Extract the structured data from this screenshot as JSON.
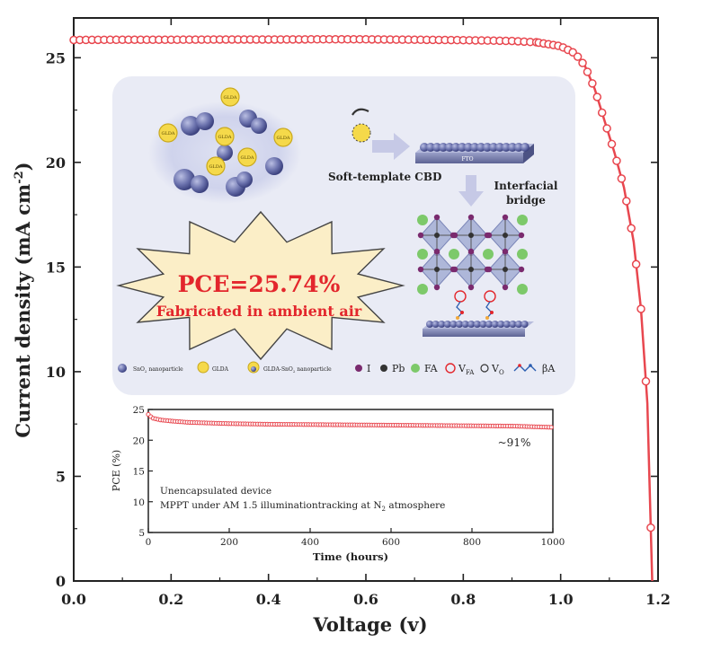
{
  "chart_data": [
    {
      "type": "line",
      "xlabel": "Voltage (v)",
      "ylabel": "Current density (mA cm",
      "ylabel_sup": "-2",
      "ylabel_tail": ")",
      "xlim": [
        0.0,
        1.2
      ],
      "ylim": [
        0,
        26.9
      ],
      "xticks": [
        0.0,
        0.2,
        0.4,
        0.6,
        0.8,
        1.0,
        1.2
      ],
      "xtick_labels": [
        "0.0",
        "0.2",
        "0.4",
        "0.6",
        "0.8",
        "1.0",
        "1.2"
      ],
      "yticks": [
        0,
        5,
        10,
        15,
        20,
        25
      ],
      "ytick_labels": [
        "0",
        "5",
        "10",
        "15",
        "20",
        "25"
      ],
      "grid": false,
      "series_color": "#e8474f",
      "x": [
        0.0,
        0.1,
        0.2,
        0.3,
        0.4,
        0.5,
        0.6,
        0.7,
        0.8,
        0.9,
        0.95,
        1.0,
        1.03,
        1.05,
        1.07,
        1.09,
        1.11,
        1.13,
        1.15,
        1.165,
        1.178,
        1.188
      ],
      "y": [
        25.85,
        25.86,
        25.86,
        25.87,
        25.87,
        25.88,
        25.88,
        25.86,
        25.84,
        25.8,
        25.74,
        25.55,
        25.2,
        24.6,
        23.5,
        22.0,
        20.5,
        18.8,
        16.2,
        13.0,
        8.5,
        0
      ]
    },
    {
      "type": "line",
      "xlabel": "Time (hours)",
      "ylabel": "PCE (%)",
      "xlim": [
        0,
        1000
      ],
      "ylim": [
        5,
        25
      ],
      "xticks": [
        0,
        200,
        400,
        600,
        800,
        1000
      ],
      "xtick_labels": [
        "0",
        "200",
        "400",
        "600",
        "800",
        "1000"
      ],
      "yticks": [
        5,
        10,
        15,
        20,
        25
      ],
      "ytick_labels": [
        "5",
        "10",
        "15",
        "20",
        "25"
      ],
      "annotation": "~91%",
      "note_line1": "Unencapsulated device",
      "note_line2_a": "MPPT under AM 1.5 illuminationtracking at N",
      "note_line2_sub": "2",
      "note_line2_b": " atmosphere",
      "series_color": "#e8474f",
      "x": [
        0,
        10,
        30,
        60,
        100,
        150,
        200,
        300,
        400,
        500,
        600,
        700,
        800,
        900,
        1000
      ],
      "y": [
        24.2,
        23.6,
        23.3,
        23.1,
        22.9,
        22.8,
        22.7,
        22.6,
        22.55,
        22.5,
        22.45,
        22.4,
        22.35,
        22.3,
        22.1
      ]
    }
  ],
  "schematic": {
    "callout_title": "PCE=25.74%",
    "callout_sub": "Fabricated in ambient air",
    "step_label": "Soft-template CBD",
    "substrate_label": "FTO",
    "bridge_label_1": "Interfacial",
    "bridge_label_2": "bridge",
    "particle_tag": "GLDA",
    "legend": {
      "sno2_pre": "SnO",
      "sno2_sub": "2",
      "sno2_post": " nanoparticle",
      "glda": "GLDA",
      "combo_pre": "GLDA-SnO",
      "combo_sub": "2",
      "combo_post": " nanoparticle",
      "iodine": "I",
      "lead": "Pb",
      "fa": "FA",
      "vfa_pre": "V",
      "vfa_sub": "FA",
      "vo_pre": "V",
      "vo_sub": "O",
      "beta": "βA"
    },
    "colors": {
      "panel": "#e9ebf5",
      "sphere": "#6b72ad",
      "yellow": "#f5d94a",
      "iodine": "#7a2a6e",
      "fa": "#7dc96a",
      "octahedra": "#9aa6cf",
      "callout_fill": "#fbeec7",
      "callout_text": "#e3262c"
    }
  }
}
